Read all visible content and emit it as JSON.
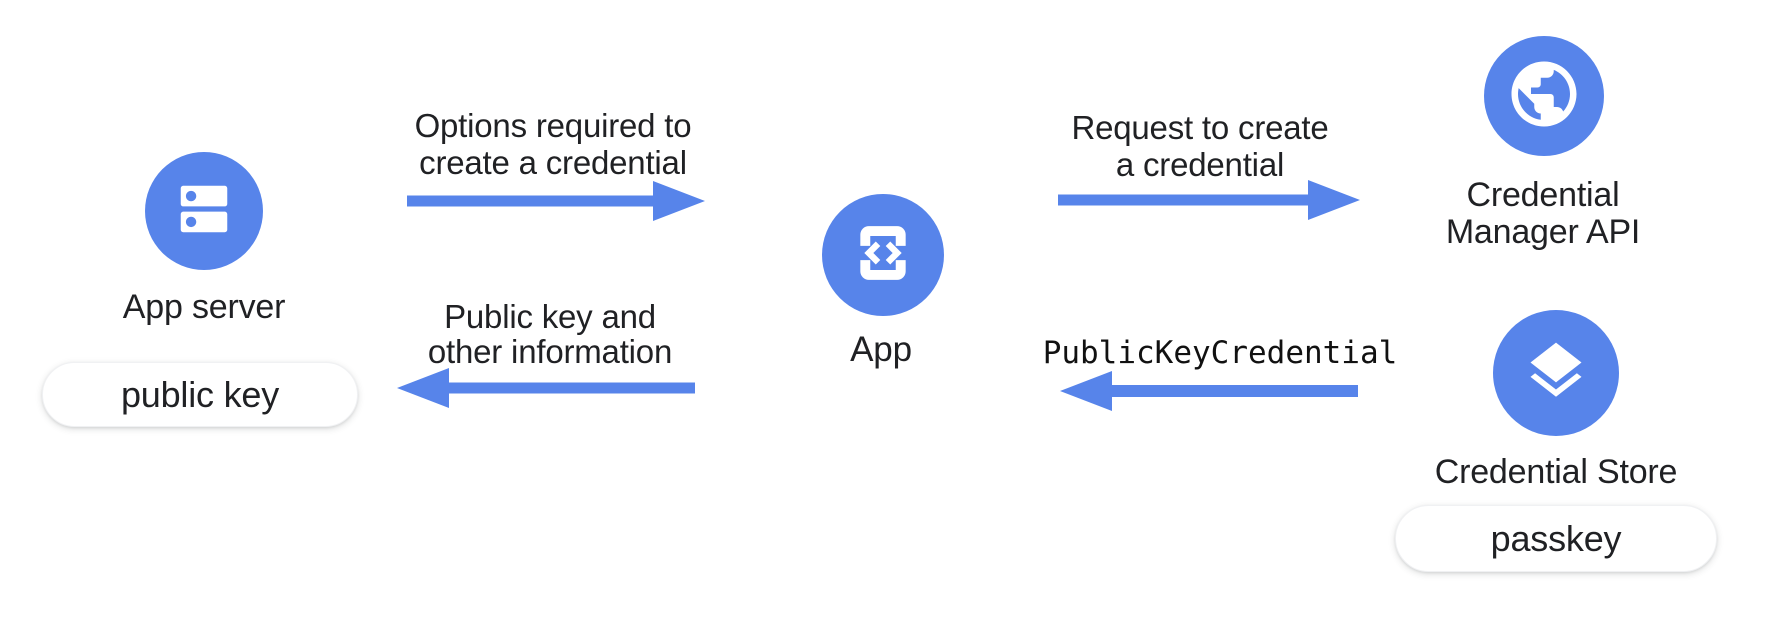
{
  "colors": {
    "accent_blue": "#5784EA",
    "text": "#202124",
    "pill_background": "#FFFFFF"
  },
  "nodes": {
    "app_server": {
      "label": "App server",
      "icon": "server-icon",
      "tag": "public key"
    },
    "app": {
      "label": "App",
      "icon": "phone-code-icon"
    },
    "credential_manager_api": {
      "label_lines": [
        "Credential",
        "Manager API"
      ],
      "icon": "globe-icon"
    },
    "credential_store": {
      "label": "Credential Store",
      "icon": "layers-icon",
      "tag": "passkey"
    }
  },
  "arrows": {
    "options_to_create": {
      "label_lines": [
        "Options required to",
        "create a credential"
      ],
      "direction": "right"
    },
    "public_key_return": {
      "label_lines": [
        "Public key and",
        "other information"
      ],
      "direction": "left"
    },
    "request_to_create": {
      "label_lines": [
        "Request to create",
        "a credential"
      ],
      "direction": "right"
    },
    "public_key_credential": {
      "label": "PublicKeyCredential",
      "direction": "left"
    }
  }
}
